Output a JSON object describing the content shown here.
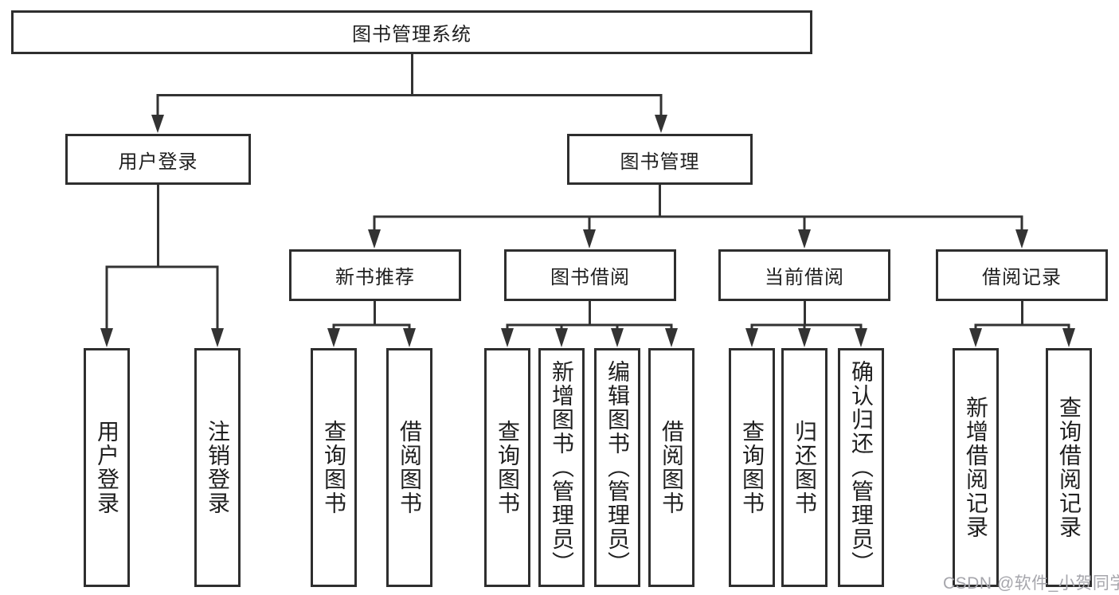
{
  "tree": {
    "root": {
      "label": "图书管理系统"
    },
    "level2": [
      {
        "id": "user-login",
        "label": "用户登录"
      },
      {
        "id": "book-management",
        "label": "图书管理"
      }
    ],
    "level3": [
      {
        "id": "new-book-recommend",
        "label": "新书推荐"
      },
      {
        "id": "book-borrow",
        "label": "图书借阅"
      },
      {
        "id": "current-borrow",
        "label": "当前借阅"
      },
      {
        "id": "borrow-records",
        "label": "借阅记录"
      }
    ],
    "leaves": [
      {
        "parent": "用户登录",
        "label": "用户登录"
      },
      {
        "parent": "用户登录",
        "label": "注销登录"
      },
      {
        "parent": "新书推荐",
        "label": "查询图书"
      },
      {
        "parent": "新书推荐",
        "label": "借阅图书"
      },
      {
        "parent": "图书借阅",
        "label": "查询图书"
      },
      {
        "parent": "图书借阅",
        "label": "新增图书（管理员）"
      },
      {
        "parent": "图书借阅",
        "label": "编辑图书（管理员）"
      },
      {
        "parent": "图书借阅",
        "label": "借阅图书"
      },
      {
        "parent": "当前借阅",
        "label": "查询图书"
      },
      {
        "parent": "当前借阅",
        "label": "归还图书"
      },
      {
        "parent": "当前借阅",
        "label": "确认归还（管理员）"
      },
      {
        "parent": "借阅记录",
        "label": "新增借阅记录"
      },
      {
        "parent": "借阅记录",
        "label": "查询借阅记录"
      }
    ]
  },
  "watermark": {
    "text": "CSDN @软件_小贺同学"
  },
  "colors": {
    "line": "#333333",
    "box_border": "#2e2e2e",
    "text": "#1f1f1f",
    "background": "#ffffff",
    "watermark": "#a6a6ac"
  }
}
